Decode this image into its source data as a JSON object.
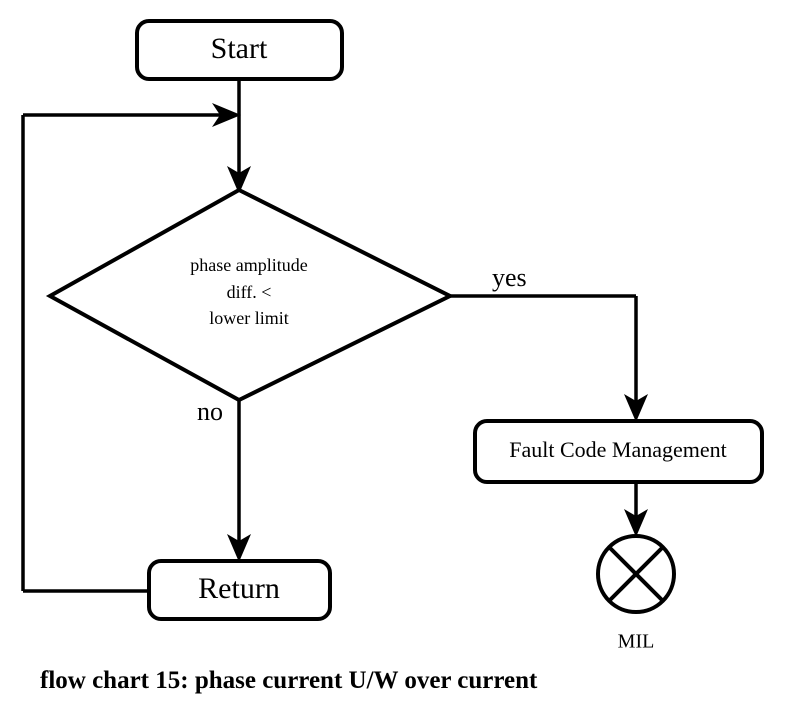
{
  "diagram": {
    "caption": "flow chart 15: phase current U/W over current",
    "nodes": {
      "start": {
        "label": "Start",
        "shape": "rounded-rectangle"
      },
      "decision": {
        "shape": "diamond",
        "line1": "phase amplitude",
        "line2": "diff. <",
        "line3": "lower limit"
      },
      "fault_code": {
        "label": "Fault Code Management",
        "shape": "rounded-rectangle"
      },
      "return": {
        "label": "Return",
        "shape": "rounded-rectangle"
      },
      "mil": {
        "label": "MIL",
        "shape": "crossed-circle"
      }
    },
    "edges": {
      "yes_label": "yes",
      "no_label": "no"
    },
    "colors": {
      "stroke": "#000000",
      "fill": "#ffffff",
      "text": "#000000"
    }
  }
}
